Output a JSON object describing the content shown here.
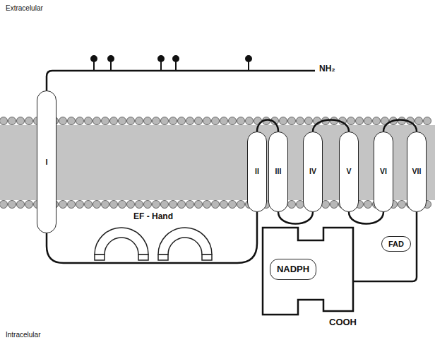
{
  "diagram": {
    "nodes": [
      {
        "text": [
          "I"
        ]
      },
      {
        "text": [
          "II"
        ]
      },
      {
        "text": [
          "III"
        ]
      },
      {
        "text": [
          "IV"
        ]
      },
      {
        "text": [
          "V"
        ]
      },
      {
        "text": [
          "VI"
        ]
      },
      {
        "text": [
          "VII"
        ]
      },
      {
        "text": [
          "NADPH"
        ]
      },
      {
        "text": [
          "FAD"
        ]
      }
    ],
    "edges": [
      {
        "from": 0,
        "to": 1,
        "arrow": "none"
      },
      {
        "from": 1,
        "to": 2,
        "arrow": "none"
      },
      {
        "from": 2,
        "to": 3,
        "arrow": "none"
      },
      {
        "from": 3,
        "to": 4,
        "arrow": "none"
      },
      {
        "from": 4,
        "to": 5,
        "arrow": "none"
      },
      {
        "from": 5,
        "to": 6,
        "arrow": "none"
      }
    ],
    "labels": [
      "Extracelular",
      "NH₂",
      "EF - Hand",
      "COOH",
      "Intracelular"
    ]
  }
}
